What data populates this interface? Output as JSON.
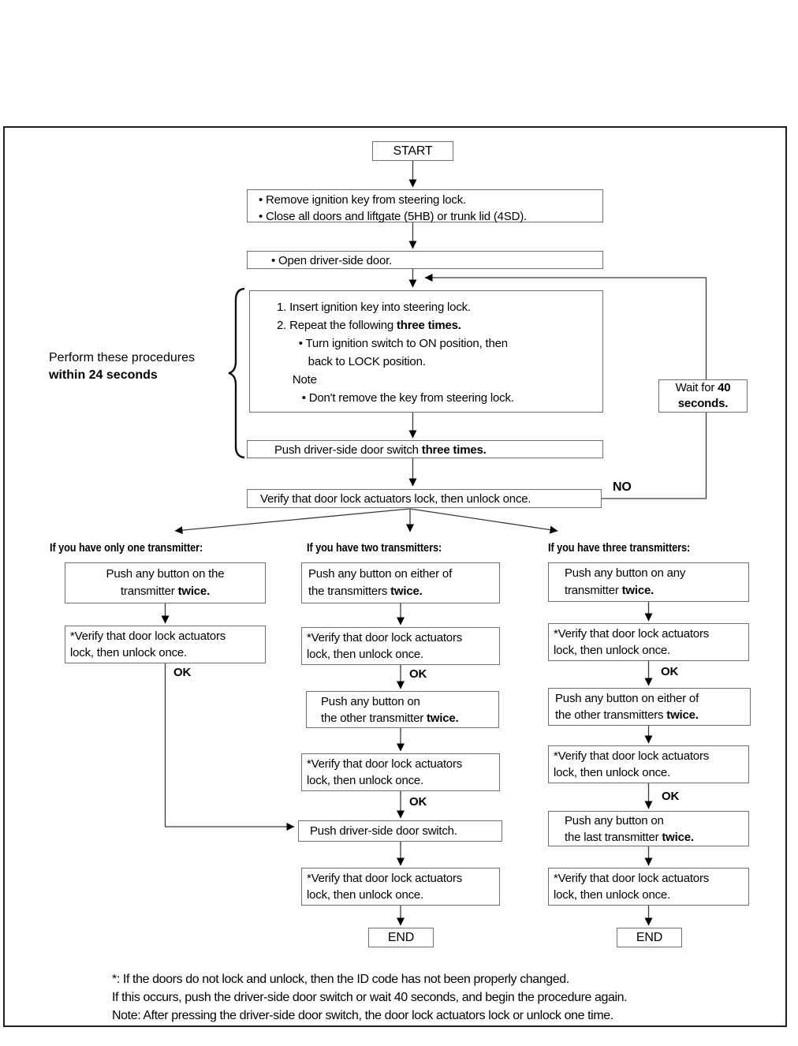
{
  "colors": {
    "outer": "#1f1f1f",
    "box-border": "#6f6f6f",
    "line": "#3a3a3a",
    "arrow": "#000000"
  },
  "flow": {
    "start": "START",
    "prep": {
      "lines": [
        [
          {
            "t": "• Remove ignition key from steering lock."
          }
        ],
        [
          {
            "t": "• Close all doors and liftgate (5HB) or trunk lid (4SD)."
          }
        ]
      ]
    },
    "open_door": {
      "lines": [
        [
          {
            "t": "• Open driver-side door."
          }
        ]
      ]
    },
    "procedure": {
      "lines": [
        [
          {
            "t": "1. Insert ignition key into steering lock."
          }
        ],
        [
          {
            "t": "2. Repeat the following "
          },
          {
            "t": "three times.",
            "b": true
          }
        ],
        [
          {
            "t": "       "
          },
          {
            "t": "• Turn ignition switch to ON position, then"
          }
        ],
        [
          {
            "t": "          back to LOCK position."
          }
        ],
        [
          {
            "t": "     Note"
          }
        ],
        [
          {
            "t": "        • Don't remove the key from steering lock."
          }
        ]
      ]
    },
    "timing_note": {
      "lines": [
        [
          {
            "t": "Perform these procedures"
          }
        ],
        [
          {
            "t": "within 24 seconds",
            "b": true
          }
        ]
      ]
    },
    "wait": {
      "lines": [
        [
          {
            "t": "Wait for "
          },
          {
            "t": "40",
            "b": true
          }
        ],
        [
          {
            "t": "seconds.",
            "b": true
          }
        ]
      ]
    },
    "push_three": {
      "lines": [
        [
          {
            "t": "Push driver-side door switch "
          },
          {
            "t": "three times.",
            "b": true
          }
        ]
      ]
    },
    "verify_main": "Verify that door lock actuators lock, then unlock once.",
    "no_label": "NO",
    "ok_label": "OK"
  },
  "col1": {
    "header": "If you have only one transmitter:",
    "push1": {
      "lines": [
        [
          {
            "t": "Push any button on the"
          }
        ],
        [
          {
            "t": "transmitter "
          },
          {
            "t": "twice.",
            "b": true
          }
        ]
      ]
    },
    "verify1": {
      "lines": [
        [
          {
            "t": "*Verify that door lock actuators"
          }
        ],
        [
          {
            "t": "lock, then unlock once."
          }
        ]
      ]
    }
  },
  "col2": {
    "header": "If you have two transmitters:",
    "push1": {
      "lines": [
        [
          {
            "t": "Push any button on either of"
          }
        ],
        [
          {
            "t": "the transmitters "
          },
          {
            "t": "twice.",
            "b": true
          }
        ]
      ]
    },
    "verify1": {
      "lines": [
        [
          {
            "t": "*Verify that door lock actuators"
          }
        ],
        [
          {
            "t": "lock, then unlock once."
          }
        ]
      ]
    },
    "push2": {
      "lines": [
        [
          {
            "t": "Push any button on"
          }
        ],
        [
          {
            "t": "the other transmitter "
          },
          {
            "t": "twice.",
            "b": true
          }
        ]
      ]
    },
    "verify2": {
      "lines": [
        [
          {
            "t": "*Verify that door lock actuators"
          }
        ],
        [
          {
            "t": "lock, then unlock once."
          }
        ]
      ]
    },
    "push_switch": "Push driver-side door switch.",
    "verify3": {
      "lines": [
        [
          {
            "t": "*Verify that door lock actuators"
          }
        ],
        [
          {
            "t": "lock, then unlock once."
          }
        ]
      ]
    },
    "end": "END"
  },
  "col3": {
    "header": "If you have three transmitters:",
    "push1": {
      "lines": [
        [
          {
            "t": "Push any button on any"
          }
        ],
        [
          {
            "t": "transmitter "
          },
          {
            "t": "twice.",
            "b": true
          }
        ]
      ]
    },
    "verify1": {
      "lines": [
        [
          {
            "t": "*Verify that door lock actuators"
          }
        ],
        [
          {
            "t": "lock, then unlock once."
          }
        ]
      ]
    },
    "push2": {
      "lines": [
        [
          {
            "t": "Push any button on either of"
          }
        ],
        [
          {
            "t": "the other transmitters "
          },
          {
            "t": "twice.",
            "b": true
          }
        ]
      ]
    },
    "verify2": {
      "lines": [
        [
          {
            "t": "*Verify that door lock actuators"
          }
        ],
        [
          {
            "t": "lock, then unlock once."
          }
        ]
      ]
    },
    "push3": {
      "lines": [
        [
          {
            "t": "Push any button on"
          }
        ],
        [
          {
            "t": "the last transmitter "
          },
          {
            "t": "twice.",
            "b": true
          }
        ]
      ]
    },
    "verify3": {
      "lines": [
        [
          {
            "t": "*Verify that door lock actuators"
          }
        ],
        [
          {
            "t": "lock, then unlock once."
          }
        ]
      ]
    },
    "end": "END"
  },
  "footer": {
    "line1": "*: If the doors do not lock and unlock, then the ID code has not been properly changed.",
    "line2": "If this occurs, push the driver-side door switch or wait 40 seconds, and begin the procedure again.",
    "line3": "Note: After pressing the driver-side door switch, the door lock actuators lock or unlock one time."
  }
}
